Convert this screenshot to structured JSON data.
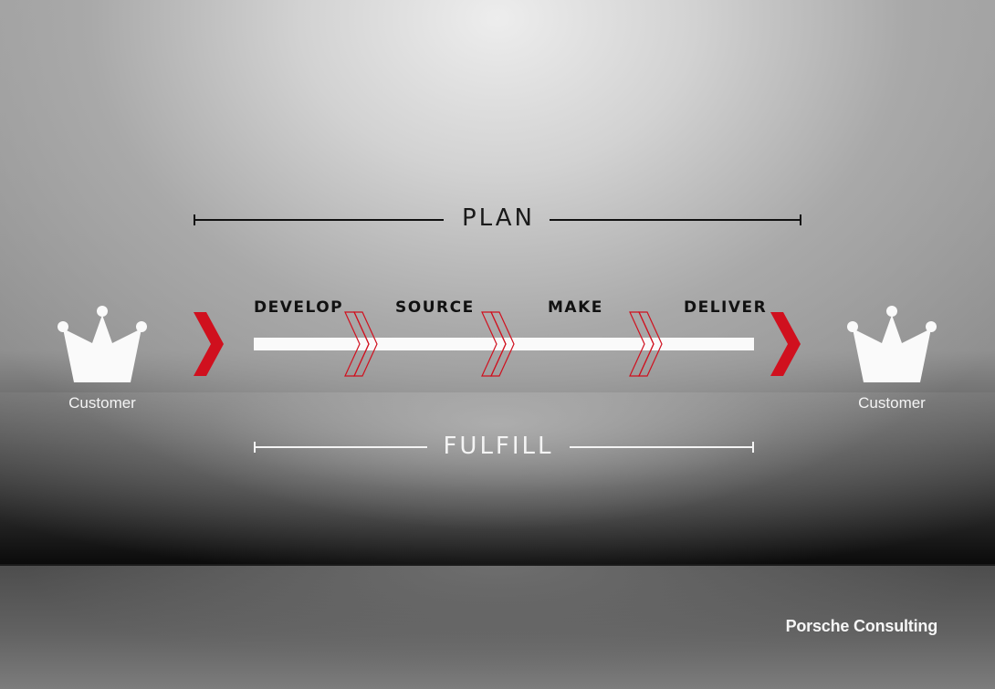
{
  "diagram": {
    "plan_label": "PLAN",
    "fulfill_label": "FULFILL",
    "steps": [
      "DEVELOP",
      "SOURCE",
      "MAKE",
      "DELIVER"
    ],
    "customer_left": "Customer",
    "customer_right": "Customer"
  },
  "brand": "Porsche Consulting",
  "colors": {
    "accent_red": "#d0101e",
    "bar_white": "#fafafa",
    "plan_black": "#111111"
  },
  "icons": {
    "customer": "crown-icon",
    "flow_arrow": "chevron-right-icon",
    "step_separator": "double-chevron-outline-icon"
  }
}
